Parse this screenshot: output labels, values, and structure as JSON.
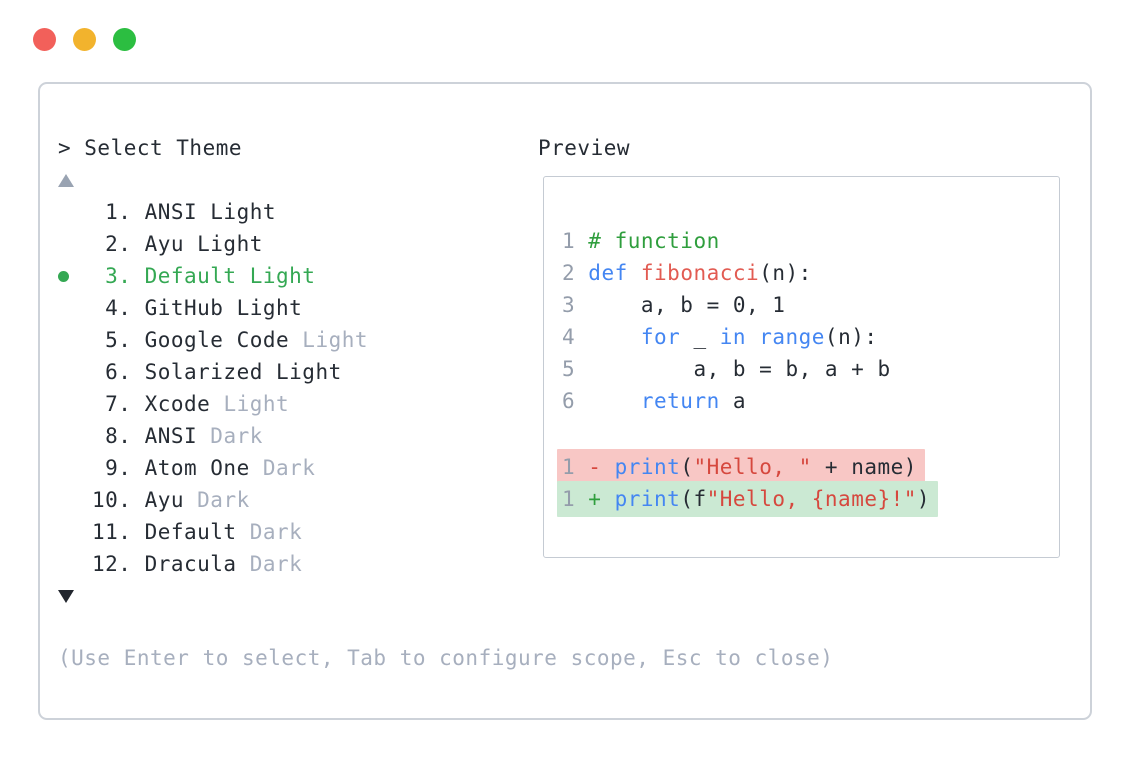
{
  "window": {
    "traffic_lights": [
      {
        "name": "close",
        "color": "#f2605a"
      },
      {
        "name": "minimize",
        "color": "#f2b32d"
      },
      {
        "name": "zoom",
        "color": "#2cbe41"
      }
    ]
  },
  "theme_picker": {
    "prompt": "> Select Theme",
    "scroll_up_icon": "triangle-up",
    "scroll_down_icon": "triangle-down",
    "items": [
      {
        "number": " 1.",
        "selected": false,
        "segments": [
          {
            "text": "ANSI Light",
            "muted": false
          }
        ]
      },
      {
        "number": " 2.",
        "selected": false,
        "segments": [
          {
            "text": "Ayu Light",
            "muted": false
          }
        ]
      },
      {
        "number": " 3.",
        "selected": true,
        "segments": [
          {
            "text": "Default Light",
            "muted": false
          }
        ]
      },
      {
        "number": " 4.",
        "selected": false,
        "segments": [
          {
            "text": "GitHub Light",
            "muted": false
          }
        ]
      },
      {
        "number": " 5.",
        "selected": false,
        "segments": [
          {
            "text": "Google Code ",
            "muted": false
          },
          {
            "text": "Light",
            "muted": true
          }
        ]
      },
      {
        "number": " 6.",
        "selected": false,
        "segments": [
          {
            "text": "Solarized Light",
            "muted": false
          }
        ]
      },
      {
        "number": " 7.",
        "selected": false,
        "segments": [
          {
            "text": "Xcode ",
            "muted": false
          },
          {
            "text": "Light",
            "muted": true
          }
        ]
      },
      {
        "number": " 8.",
        "selected": false,
        "segments": [
          {
            "text": "ANSI ",
            "muted": false
          },
          {
            "text": "Dark",
            "muted": true
          }
        ]
      },
      {
        "number": " 9.",
        "selected": false,
        "segments": [
          {
            "text": "Atom One ",
            "muted": false
          },
          {
            "text": "Dark",
            "muted": true
          }
        ]
      },
      {
        "number": "10.",
        "selected": false,
        "segments": [
          {
            "text": "Ayu ",
            "muted": false
          },
          {
            "text": "Dark",
            "muted": true
          }
        ]
      },
      {
        "number": "11.",
        "selected": false,
        "segments": [
          {
            "text": "Default ",
            "muted": false
          },
          {
            "text": "Dark",
            "muted": true
          }
        ]
      },
      {
        "number": "12.",
        "selected": false,
        "segments": [
          {
            "text": "Dracula ",
            "muted": false
          },
          {
            "text": "Dark",
            "muted": true
          }
        ]
      }
    ],
    "help_text": "(Use Enter to select, Tab to configure scope, Esc to close)"
  },
  "preview": {
    "title": "Preview",
    "code_lines": [
      {
        "num": "1",
        "tokens": [
          [
            "c",
            "# function"
          ]
        ]
      },
      {
        "num": "2",
        "tokens": [
          [
            "k",
            "def"
          ],
          [
            "t",
            " "
          ],
          [
            "f",
            "fibonacci"
          ],
          [
            "t",
            "(n):"
          ]
        ]
      },
      {
        "num": "3",
        "tokens": [
          [
            "t",
            "    a, b = 0, 1"
          ]
        ]
      },
      {
        "num": "4",
        "tokens": [
          [
            "t",
            "    "
          ],
          [
            "k",
            "for"
          ],
          [
            "t",
            " _ "
          ],
          [
            "k",
            "in"
          ],
          [
            "t",
            " "
          ],
          [
            "k",
            "range"
          ],
          [
            "t",
            "(n):"
          ]
        ]
      },
      {
        "num": "5",
        "tokens": [
          [
            "t",
            "        a, b = b, a + b"
          ]
        ]
      },
      {
        "num": "6",
        "tokens": [
          [
            "t",
            "    "
          ],
          [
            "k",
            "return"
          ],
          [
            "t",
            " a"
          ]
        ]
      }
    ],
    "diff_lines": [
      {
        "num": "1",
        "type": "removed",
        "tokens": [
          [
            "minus",
            "-"
          ],
          [
            "t",
            " "
          ],
          [
            "k",
            "print"
          ],
          [
            "t",
            "("
          ],
          [
            "s",
            "\"Hello, \""
          ],
          [
            "t",
            " + name)"
          ]
        ]
      },
      {
        "num": "1",
        "type": "added",
        "tokens": [
          [
            "plus",
            "+"
          ],
          [
            "t",
            " "
          ],
          [
            "k",
            "print"
          ],
          [
            "t",
            "(f"
          ],
          [
            "s",
            "\"Hello, {name}!\""
          ],
          [
            "t",
            ")"
          ]
        ]
      }
    ]
  },
  "colors": {
    "text": "#262c34",
    "muted": "#a7afbe",
    "line-num": "#949dab",
    "scroll-up": "#99a3b2",
    "scroll-down": "#22262e",
    "selected-green": "#34a853",
    "code-comment": "#2f9e3d",
    "code-keyword": "#4486f2",
    "code-func": "#e25b52",
    "code-string": "#d6483e",
    "diff-removed-bg": "#f8c7c5",
    "diff-added-bg": "#cbe9d3",
    "panel-border": "#cdd2d9",
    "box-border": "#c5cbd3"
  }
}
